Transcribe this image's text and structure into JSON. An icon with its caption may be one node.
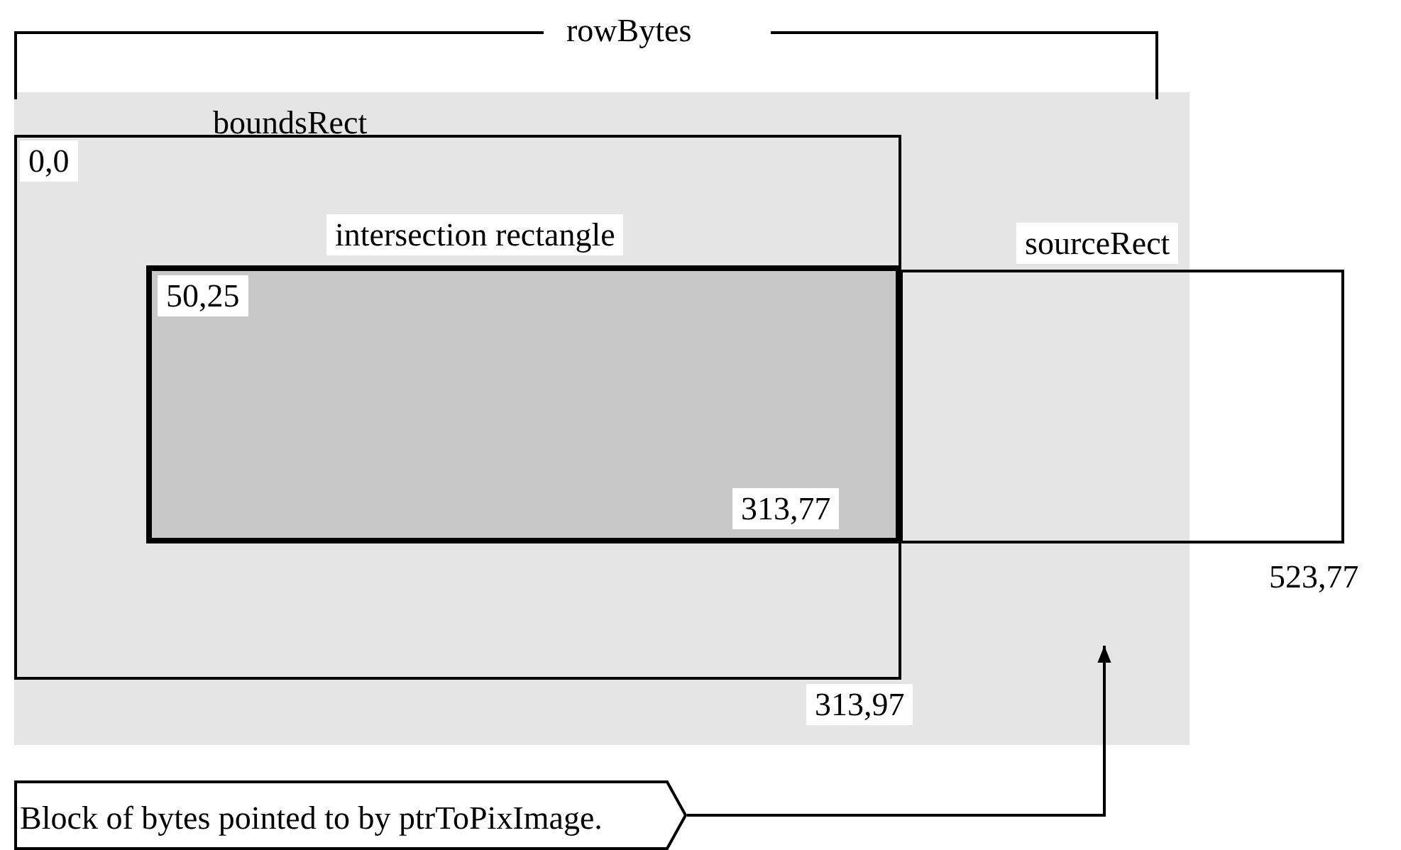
{
  "diagram": {
    "nodes": [
      {
        "text": [],
        "shape": "box"
      },
      {
        "text": [
          "boundsRect",
          "0,0"
        ],
        "beside": [
          "313,97"
        ],
        "in": 0
      },
      {
        "text": [
          "intersection rectangle",
          "50,25",
          "313,77"
        ],
        "in": 1
      },
      {
        "text": [],
        "shape": "box",
        "beside": [
          "523,77"
        ]
      },
      {
        "text": [
          "Block of bytes pointed to by ptrToPixImage."
        ]
      }
    ],
    "edges": [
      {
        "from": 4,
        "to": 0,
        "arrow": "to"
      }
    ],
    "labels": [
      "rowBytes",
      "sourceRect"
    ]
  }
}
